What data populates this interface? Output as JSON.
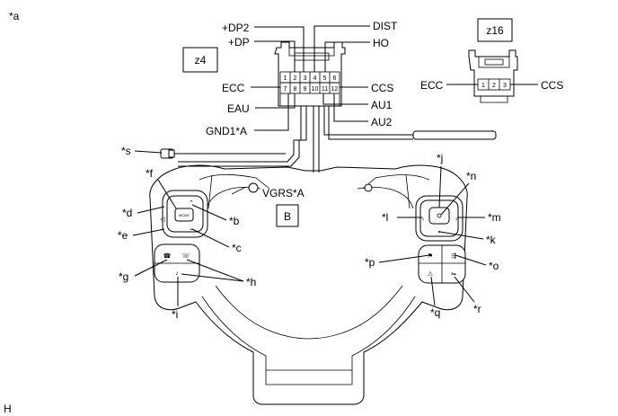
{
  "corner_top": "*a",
  "corner_bottom": "H",
  "connectors": {
    "z4": {
      "title": "z4",
      "pins_top": [
        "1",
        "2",
        "3",
        "4",
        "5",
        "6"
      ],
      "pins_bottom": [
        "7",
        "8",
        "9",
        "10",
        "11",
        "12"
      ]
    },
    "z16": {
      "title": "z16",
      "pins": [
        "1",
        "2",
        "3"
      ]
    }
  },
  "wire_labels": {
    "dp2": "+DP2",
    "dp": "+DP",
    "dist": "DIST",
    "ho": "HO",
    "ecc_left": "ECC",
    "ccs_left": "CCS",
    "eau": "EAU",
    "au1": "AU1",
    "au2": "AU2",
    "gnd1": "GND1*A",
    "ecc_right": "ECC",
    "ccs_right": "CCS",
    "vgrs": "VGRS*A",
    "box_b": "B"
  },
  "callouts": {
    "s": "*s",
    "f": "*f",
    "d": "*d",
    "b": "*b",
    "e": "*e",
    "c": "*c",
    "g": "*g",
    "h": "*h",
    "i": "*i",
    "j": "*j",
    "n": "*n",
    "l": "*l",
    "m": "*m",
    "k": "*k",
    "p": "*p",
    "o": "*o",
    "q": "*q",
    "r": "*r"
  },
  "button_text": {
    "mode": "MODE"
  }
}
